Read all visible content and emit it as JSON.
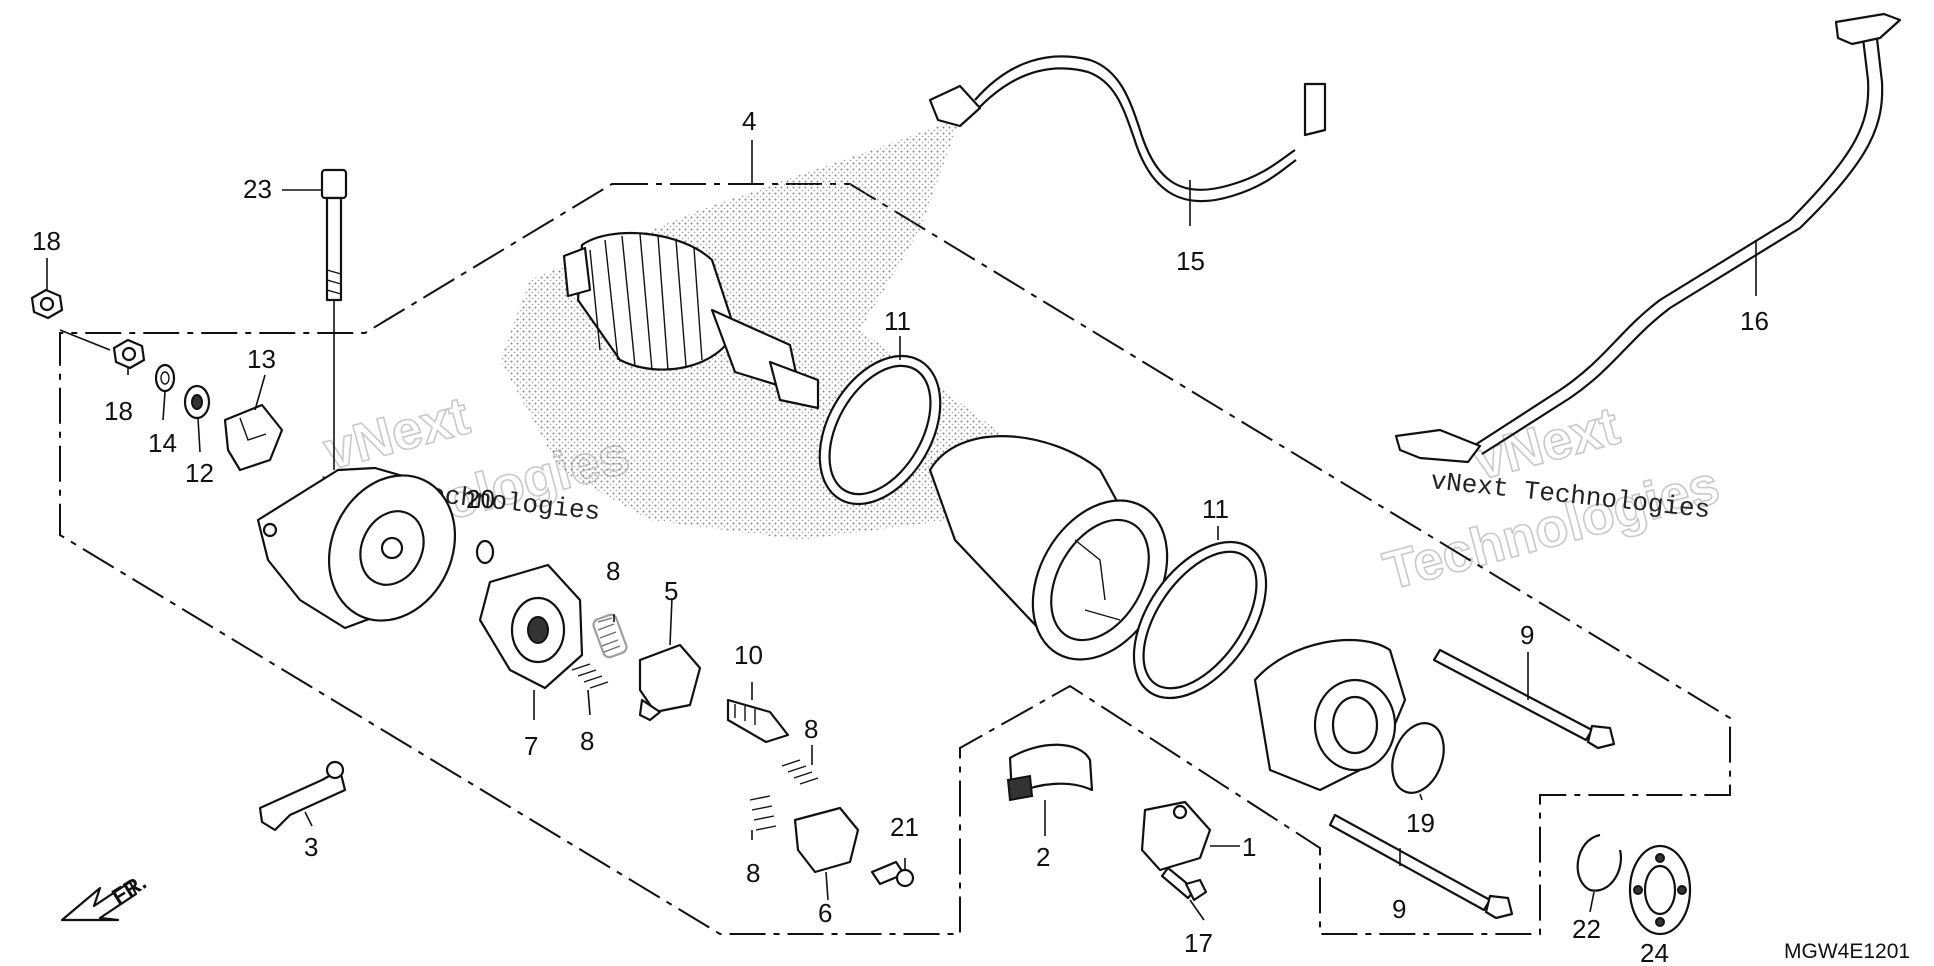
{
  "diagram_code": "MGW4E1201",
  "front_label": "FR.",
  "watermark": {
    "line1": "vNext",
    "line2": "Technologies",
    "caption": "vNext Technologies"
  },
  "callouts": {
    "c1": "1",
    "c2": "2",
    "c3": "3",
    "c4": "4",
    "c5": "5",
    "c6": "6",
    "c7": "7",
    "c8a": "8",
    "c8b": "8",
    "c8c": "8",
    "c8d": "8",
    "c9a": "9",
    "c9b": "9",
    "c10": "10",
    "c11a": "11",
    "c11b": "11",
    "c12": "12",
    "c13": "13",
    "c14": "14",
    "c15": "15",
    "c16": "16",
    "c17": "17",
    "c18a": "18",
    "c18b": "18",
    "c19": "19",
    "c20": "20",
    "c21": "21",
    "c22": "22",
    "c23": "23",
    "c24": "24"
  }
}
